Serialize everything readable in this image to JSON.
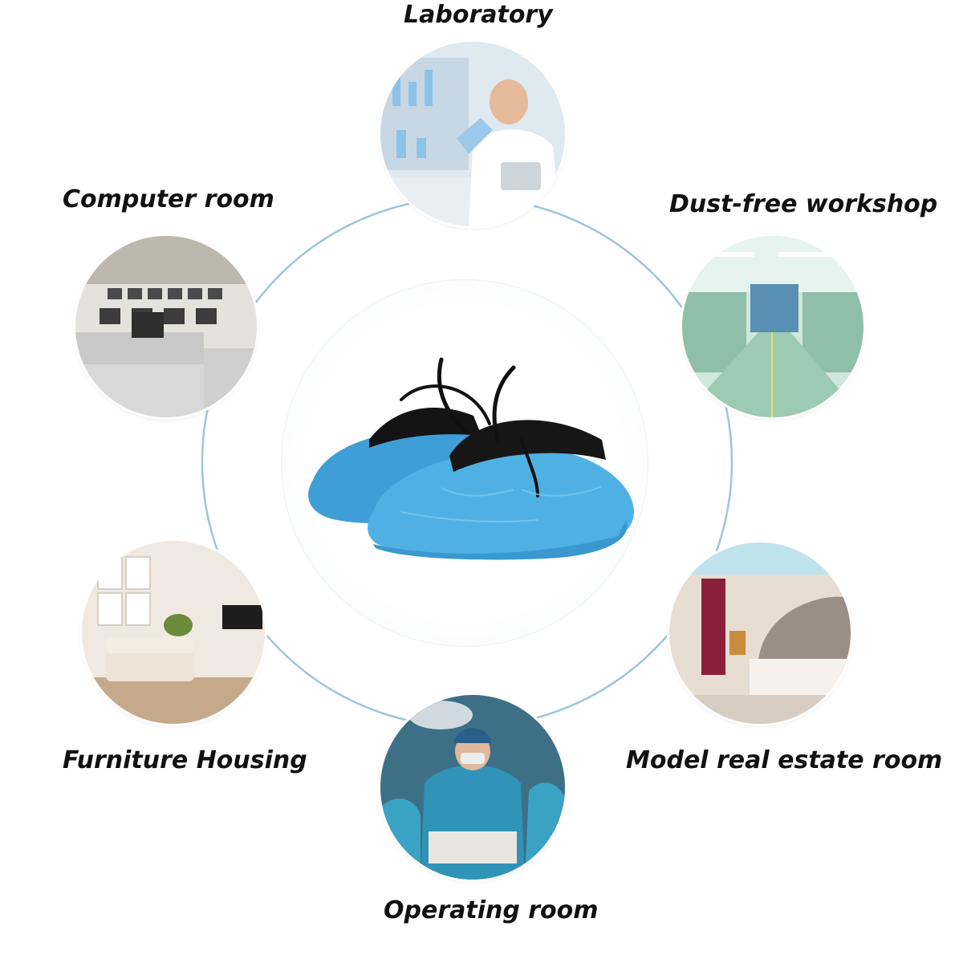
{
  "labels": {
    "laboratory": "Laboratory",
    "computer_room": "Computer room",
    "dust_free_workshop": "Dust-free workshop",
    "furniture_housing": "Furniture Housing",
    "model_real_estate_room": "Model real estate room",
    "operating_room": "Operating room"
  },
  "colors": {
    "ring": "#8fbcd0",
    "shoe_cover": "#4fb1e3",
    "text": "#111111"
  }
}
